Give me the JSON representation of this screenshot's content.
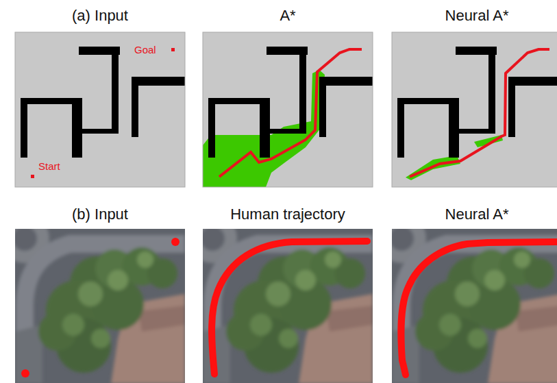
{
  "diagram": {
    "nodes": [
      {
        "text": [
          "(a) Input"
        ]
      },
      {
        "text": [
          "A*"
        ]
      },
      {
        "text": [
          "Neural A*"
        ]
      },
      {
        "text": [
          "(b) Input"
        ]
      },
      {
        "text": [
          "Human trajectory"
        ]
      },
      {
        "text": [
          "Neural A*"
        ]
      }
    ],
    "labels": [
      "Goal",
      "Start"
    ]
  }
}
